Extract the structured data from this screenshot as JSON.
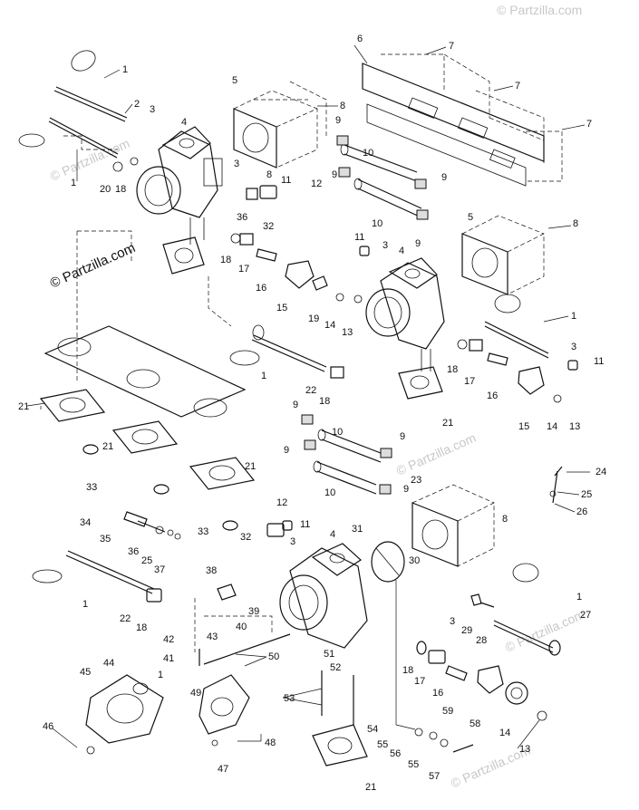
{
  "watermarks": {
    "top": "© Partzilla.com",
    "left": "© Partzilla.com",
    "mid": "© Partzilla.com",
    "center_right": "© Partzilla.com",
    "lower_right": "© Partzilla.com",
    "bottom_right": "© Partzilla.com"
  },
  "callouts": [
    {
      "label": "1"
    },
    {
      "label": "2"
    },
    {
      "label": "3"
    },
    {
      "label": "4"
    },
    {
      "label": "5"
    },
    {
      "label": "6"
    },
    {
      "label": "7"
    },
    {
      "label": "7"
    },
    {
      "label": "7"
    },
    {
      "label": "8"
    },
    {
      "label": "1"
    },
    {
      "label": "20"
    },
    {
      "label": "18"
    },
    {
      "label": "3"
    },
    {
      "label": "8"
    },
    {
      "label": "9"
    },
    {
      "label": "9"
    },
    {
      "label": "10"
    },
    {
      "label": "11"
    },
    {
      "label": "12"
    },
    {
      "label": "36"
    },
    {
      "label": "32"
    },
    {
      "label": "9"
    },
    {
      "label": "10"
    },
    {
      "label": "9"
    },
    {
      "label": "5"
    },
    {
      "label": "8"
    },
    {
      "label": "11"
    },
    {
      "label": "3"
    },
    {
      "label": "4"
    },
    {
      "label": "18"
    },
    {
      "label": "17"
    },
    {
      "label": "16"
    },
    {
      "label": "15"
    },
    {
      "label": "19"
    },
    {
      "label": "14"
    },
    {
      "label": "13"
    },
    {
      "label": "1"
    },
    {
      "label": "3"
    },
    {
      "label": "11"
    },
    {
      "label": "1"
    },
    {
      "label": "22"
    },
    {
      "label": "18"
    },
    {
      "label": "18"
    },
    {
      "label": "17"
    },
    {
      "label": "16"
    },
    {
      "label": "15"
    },
    {
      "label": "14"
    },
    {
      "label": "13"
    },
    {
      "label": "21"
    },
    {
      "label": "21"
    },
    {
      "label": "9"
    },
    {
      "label": "10"
    },
    {
      "label": "9"
    },
    {
      "label": "9"
    },
    {
      "label": "10"
    },
    {
      "label": "9"
    },
    {
      "label": "21"
    },
    {
      "label": "21"
    },
    {
      "label": "33"
    },
    {
      "label": "23"
    },
    {
      "label": "24"
    },
    {
      "label": "25"
    },
    {
      "label": "26"
    },
    {
      "label": "8"
    },
    {
      "label": "34"
    },
    {
      "label": "12"
    },
    {
      "label": "11"
    },
    {
      "label": "35"
    },
    {
      "label": "33"
    },
    {
      "label": "32"
    },
    {
      "label": "3"
    },
    {
      "label": "4"
    },
    {
      "label": "31"
    },
    {
      "label": "36"
    },
    {
      "label": "25"
    },
    {
      "label": "37"
    },
    {
      "label": "30"
    },
    {
      "label": "38"
    },
    {
      "label": "1"
    },
    {
      "label": "22"
    },
    {
      "label": "18"
    },
    {
      "label": "39"
    },
    {
      "label": "40"
    },
    {
      "label": "3"
    },
    {
      "label": "29"
    },
    {
      "label": "28"
    },
    {
      "label": "27"
    },
    {
      "label": "1"
    },
    {
      "label": "42"
    },
    {
      "label": "43"
    },
    {
      "label": "41"
    },
    {
      "label": "50"
    },
    {
      "label": "51"
    },
    {
      "label": "52"
    },
    {
      "label": "18"
    },
    {
      "label": "17"
    },
    {
      "label": "16"
    },
    {
      "label": "1"
    },
    {
      "label": "45"
    },
    {
      "label": "44"
    },
    {
      "label": "49"
    },
    {
      "label": "53"
    },
    {
      "label": "59"
    },
    {
      "label": "58"
    },
    {
      "label": "14"
    },
    {
      "label": "46"
    },
    {
      "label": "48"
    },
    {
      "label": "54"
    },
    {
      "label": "55"
    },
    {
      "label": "56"
    },
    {
      "label": "55"
    },
    {
      "label": "13"
    },
    {
      "label": "47"
    },
    {
      "label": "57"
    },
    {
      "label": "21"
    }
  ]
}
